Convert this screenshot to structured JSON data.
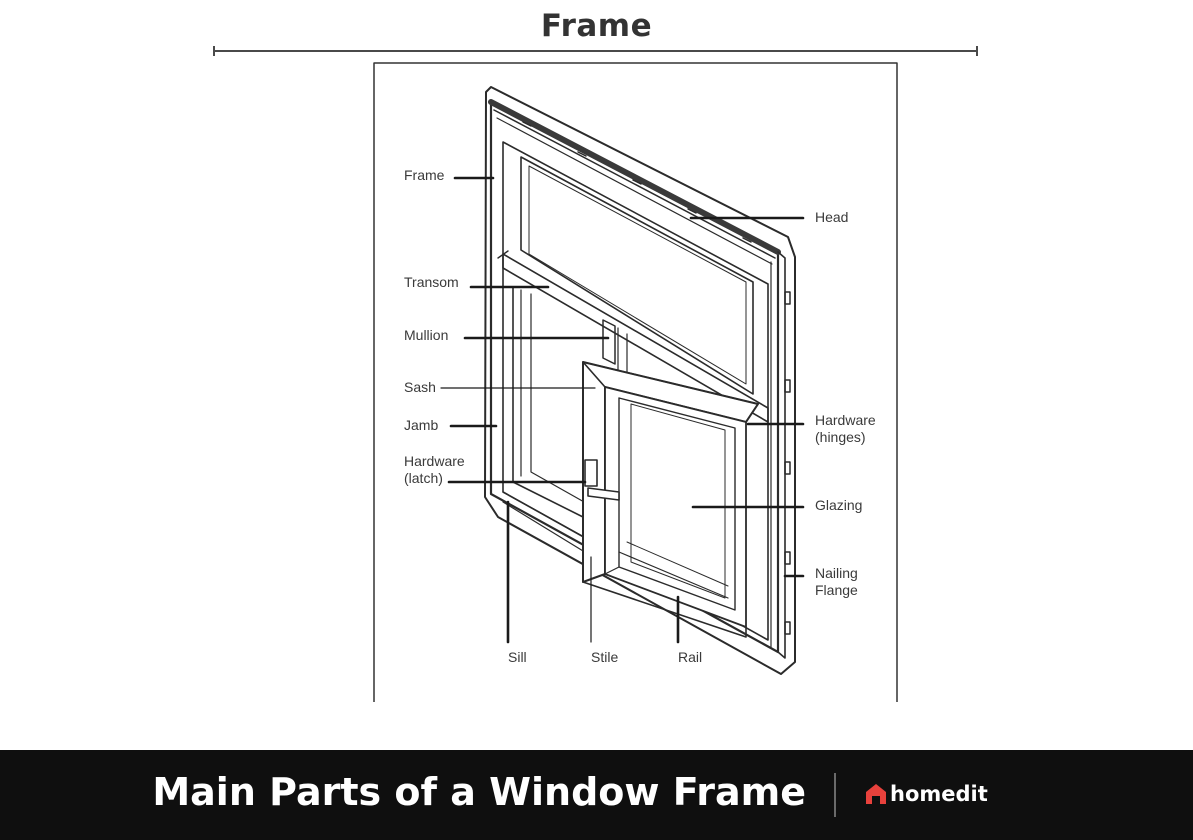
{
  "header": {
    "title": "Frame"
  },
  "diagram": {
    "labels": {
      "frame": "Frame",
      "head": "Head",
      "transom": "Transom",
      "mullion": "Mullion",
      "sash": "Sash",
      "jamb": "Jamb",
      "hardware_latch_line1": "Hardware",
      "hardware_latch_line2": "(latch)",
      "hardware_hinges_line1": "Hardware",
      "hardware_hinges_line2": "(hinges)",
      "glazing": "Glazing",
      "nailing_flange_line1": "Nailing",
      "nailing_flange_line2": "Flange",
      "sill": "Sill",
      "stile": "Stile",
      "rail": "Rail"
    }
  },
  "footer": {
    "title": "Main Parts of a Window Frame",
    "brand": "homedit",
    "brand_icon": "house-icon",
    "brand_color": "#e8413c"
  }
}
